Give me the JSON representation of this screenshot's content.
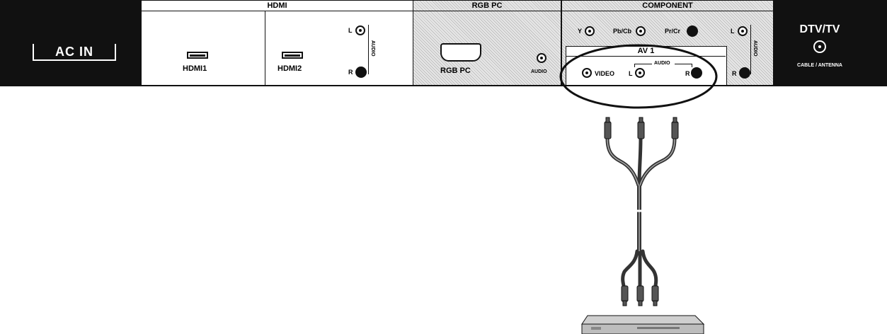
{
  "panel": {
    "ac_in": "AC IN",
    "hdmi": {
      "title": "HDMI",
      "port1": "HDMI1",
      "port2": "HDMI2",
      "audio_l": "L",
      "audio_r": "R",
      "audio": "AUDIO"
    },
    "rgb": {
      "title": "RGB PC",
      "port": "RGB PC",
      "audio": "AUDIO"
    },
    "component": {
      "title": "COMPONENT",
      "y": "Y",
      "pb": "Pb/Cb",
      "pr": "Pr/Cr",
      "audio_l": "L",
      "audio_r": "R",
      "audio": "AUDIO"
    },
    "av1": {
      "title": "AV 1",
      "video": "VIDEO",
      "l": "L",
      "r": "R",
      "audio": "AUDIO"
    },
    "dtv": {
      "title": "DTV/TV",
      "sub": "CABLE / ANTENNA"
    }
  },
  "colors": {
    "panel_dark": "#111111",
    "hatch": "#e7e7e7",
    "background": "#ffffff"
  },
  "icons": [
    "hdmi-port-icon",
    "vga-port-icon",
    "rca-jack-icon",
    "coax-jack-icon",
    "rca-cable-icon",
    "dvd-player-icon"
  ]
}
